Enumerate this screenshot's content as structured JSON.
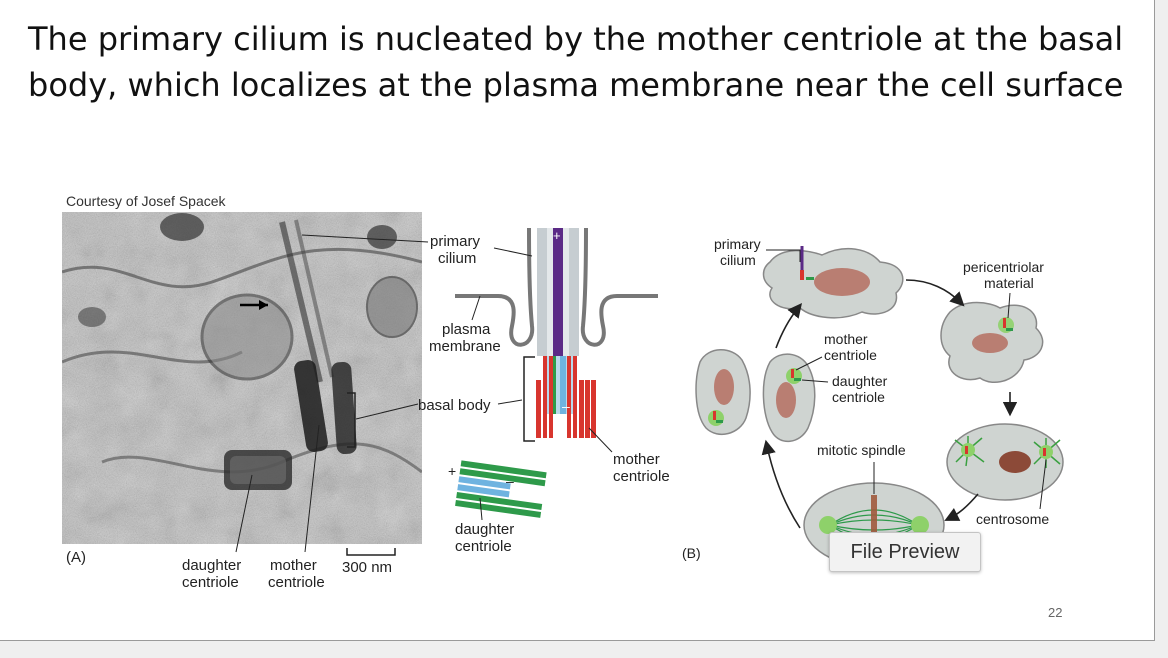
{
  "slide": {
    "title": "The primary cilium is nucleated by the mother centriole at the basal body, which localizes at the plasma membrane near the cell surface",
    "page_number": "22"
  },
  "figure_a": {
    "credit": "Courtesy of Josef Spacek",
    "panel_label": "(A)",
    "micrograph_labels": {
      "daughter_centriole": [
        "daughter",
        "centriole"
      ],
      "mother_centriole": [
        "mother",
        "centriole"
      ],
      "scale_bar": "300 nm"
    },
    "diagram_labels": {
      "primary_cilium": [
        "primary",
        "cilium"
      ],
      "plasma_membrane": [
        "plasma",
        "membrane"
      ],
      "basal_body": "basal body",
      "mother_centriole": [
        "mother",
        "centriole"
      ],
      "daughter_centriole": [
        "daughter",
        "centriole"
      ],
      "plus": "+",
      "minus": "–"
    }
  },
  "figure_b": {
    "panel_label": "(B)",
    "labels": {
      "primary_cilium": [
        "primary",
        "cilium"
      ],
      "pericentriolar_material": [
        "pericentriolar",
        "material"
      ],
      "mother_centriole": [
        "mother",
        "centriole"
      ],
      "daughter_centriole": [
        "daughter",
        "centriole"
      ],
      "mitotic_spindle": "mitotic spindle",
      "centrosome": "centrosome"
    }
  },
  "tooltip": {
    "text": "File Preview"
  },
  "colors": {
    "cilium_purple": "#5b2a86",
    "centriole_red": "#d8352e",
    "centriole_green": "#2e9a4a",
    "centriole_blue": "#6fb3e0",
    "cell_fill": "#cfd4d1",
    "nucleus": "#b97e72"
  }
}
